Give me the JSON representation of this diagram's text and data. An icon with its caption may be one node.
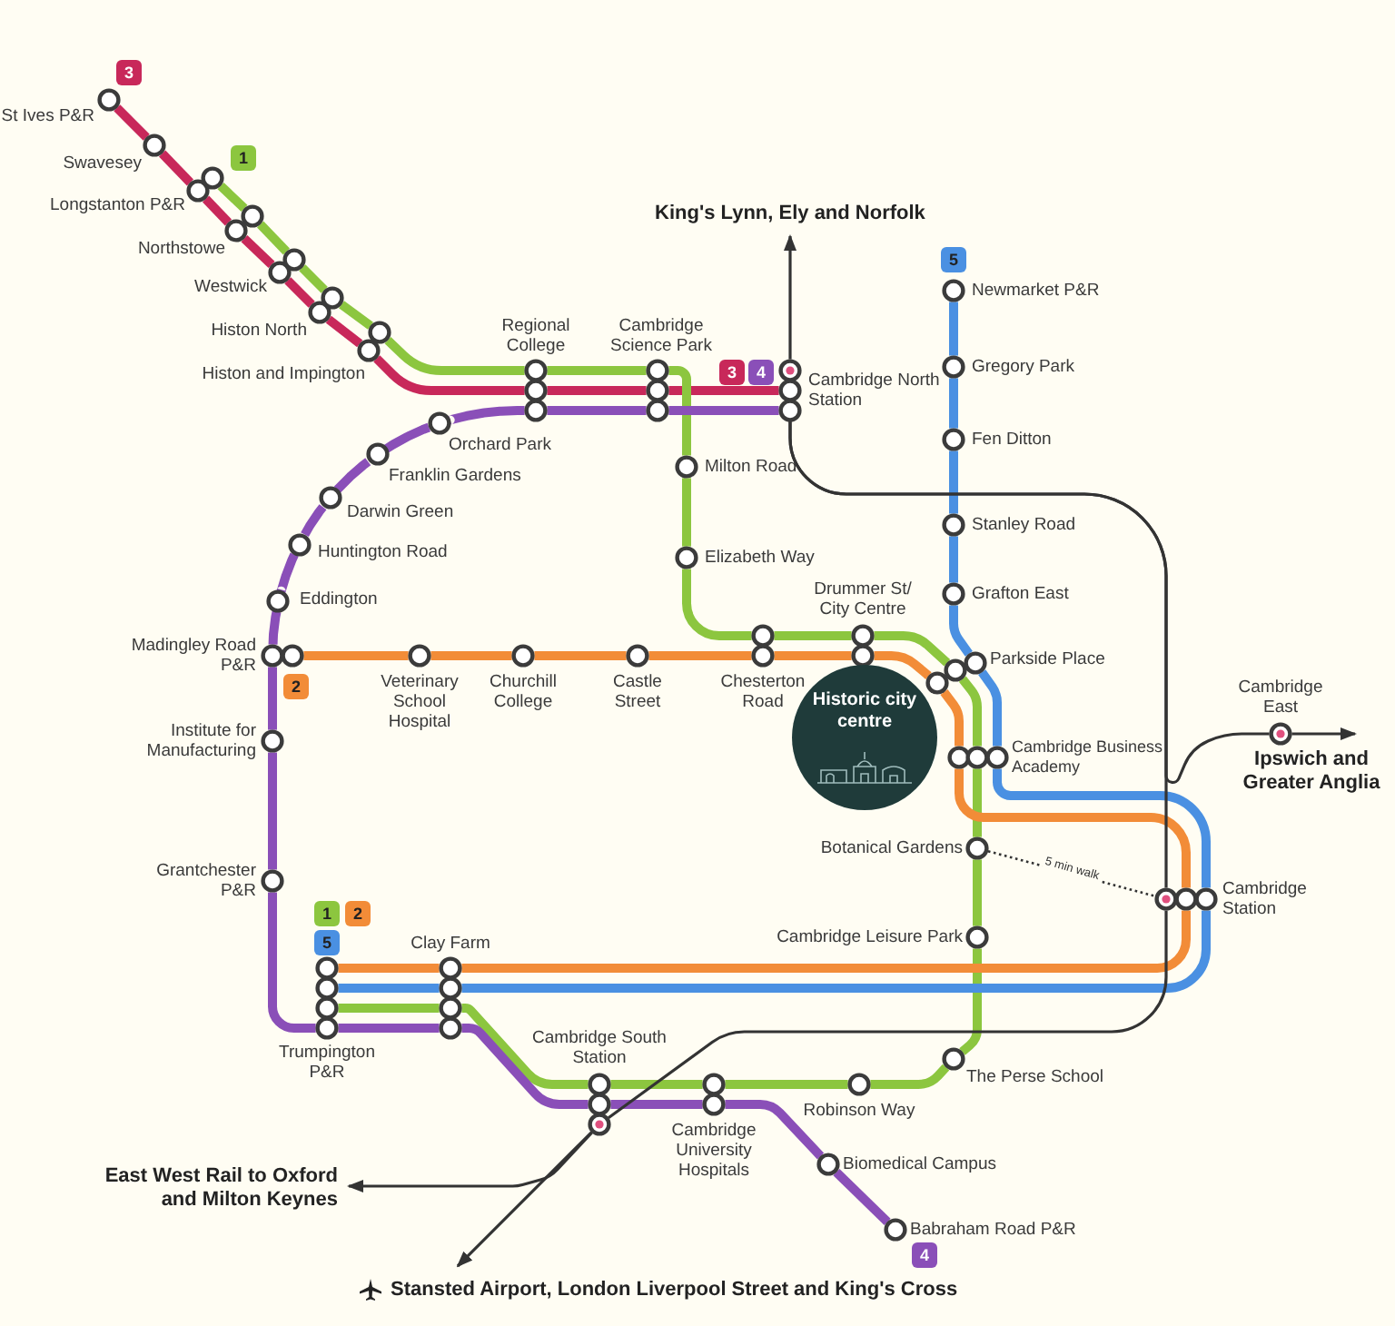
{
  "diagram": {
    "nodes": [
      {
        "text": [
          "St Ives P&R"
        ]
      },
      {
        "text": [
          "Swavesey"
        ]
      },
      {
        "text": [
          "Longstanton P&R"
        ]
      },
      {
        "text": [
          "Northstowe"
        ]
      },
      {
        "text": [
          "Westwick"
        ]
      },
      {
        "text": [
          "Histon North"
        ]
      },
      {
        "text": [
          "Histon and Impington"
        ]
      },
      {
        "text": [
          "Regional College"
        ]
      },
      {
        "text": [
          "Cambridge Science Park"
        ]
      },
      {
        "text": [
          "King's Lynn, Ely and Norfolk"
        ]
      },
      {
        "text": [
          "Cambridge North Station"
        ]
      },
      {
        "text": [
          "Newmarket P&R"
        ]
      },
      {
        "text": [
          "Gregory Park"
        ]
      },
      {
        "text": [
          "Fen Ditton"
        ]
      },
      {
        "text": [
          "Milton Road"
        ]
      },
      {
        "text": [
          "Orchard Park"
        ]
      },
      {
        "text": [
          "Franklin Gardens"
        ]
      },
      {
        "text": [
          "Stanley Road"
        ]
      },
      {
        "text": [
          "Darwin Green"
        ]
      },
      {
        "text": [
          "Huntington Road"
        ]
      },
      {
        "text": [
          "Elizabeth Way"
        ]
      },
      {
        "text": [
          "Eddington"
        ]
      },
      {
        "text": [
          "Grafton East"
        ]
      },
      {
        "text": [
          "Drummer St/ City Centre"
        ]
      },
      {
        "text": [
          "Madingley Road P&R"
        ]
      },
      {
        "text": [
          "Veterinary School Hospital"
        ]
      },
      {
        "text": [
          "Churchill College"
        ]
      },
      {
        "text": [
          "Castle Street"
        ]
      },
      {
        "text": [
          "Chesterton Road"
        ]
      },
      {
        "text": [
          "Parkside Place"
        ]
      },
      {
        "text": [
          "Cambridge East"
        ]
      },
      {
        "text": [
          "Historic city centre"
        ]
      },
      {
        "text": [
          "Institute for Manufacturing"
        ]
      },
      {
        "text": [
          "Cambridge Business Academy"
        ]
      },
      {
        "text": [
          "Ipswich and Greater Anglia"
        ]
      },
      {
        "text": [
          "Botanical Gardens"
        ]
      },
      {
        "text": [
          "Grantchester P&R"
        ]
      },
      {
        "text": [
          "Cambridge Station"
        ]
      },
      {
        "text": [
          "Clay Farm"
        ]
      },
      {
        "text": [
          "Cambridge Leisure Park"
        ]
      },
      {
        "text": [
          "Trumpington P&R"
        ]
      },
      {
        "text": [
          "The Perse School"
        ]
      },
      {
        "text": [
          "Cambridge South Station"
        ]
      },
      {
        "text": [
          "Robinson Way"
        ]
      },
      {
        "text": [
          "Cambridge University Hospitals"
        ]
      },
      {
        "text": [
          "Biomedical Campus"
        ]
      },
      {
        "text": [
          "East West Rail to Oxford and Milton Keynes"
        ]
      },
      {
        "text": [
          "Babraham Road P&R"
        ]
      },
      {
        "text": [
          "Stansted Airport, London Liverpool Street and King's Cross"
        ]
      }
    ],
    "edges": [
      {
        "from": 0,
        "to": 1,
        "arrow": "none",
        "color": "#c8285a"
      },
      {
        "from": 1,
        "to": 2,
        "arrow": "none",
        "color": "#c8285a"
      },
      {
        "from": 2,
        "to": 3,
        "arrow": "none",
        "color": "#c8285a"
      },
      {
        "from": 3,
        "to": 4,
        "arrow": "none",
        "color": "#c8285a"
      },
      {
        "from": 4,
        "to": 5,
        "arrow": "none",
        "color": "#c8285a"
      },
      {
        "from": 5,
        "to": 6,
        "arrow": "none",
        "color": "#c8285a"
      },
      {
        "from": 6,
        "to": 7,
        "arrow": "none",
        "color": "#c8285a"
      },
      {
        "from": 7,
        "to": 8,
        "arrow": "none",
        "color": "#c8285a"
      },
      {
        "from": 8,
        "to": 10,
        "arrow": "none",
        "color": "#c8285a"
      },
      {
        "from": 2,
        "to": 3,
        "arrow": "none",
        "color": "#8cc63f"
      },
      {
        "from": 3,
        "to": 4,
        "arrow": "none",
        "color": "#8cc63f"
      },
      {
        "from": 4,
        "to": 5,
        "arrow": "none",
        "color": "#8cc63f"
      },
      {
        "from": 5,
        "to": 6,
        "arrow": "none",
        "color": "#8cc63f"
      },
      {
        "from": 6,
        "to": 7,
        "arrow": "none",
        "color": "#8cc63f"
      },
      {
        "from": 7,
        "to": 8,
        "arrow": "none",
        "color": "#8cc63f"
      },
      {
        "from": 8,
        "to": 14,
        "arrow": "none",
        "color": "#8cc63f"
      },
      {
        "from": 14,
        "to": 20,
        "arrow": "none",
        "color": "#8cc63f"
      },
      {
        "from": 20,
        "to": 28,
        "arrow": "none",
        "color": "#8cc63f"
      },
      {
        "from": 28,
        "to": 23,
        "arrow": "none",
        "color": "#8cc63f"
      },
      {
        "from": 23,
        "to": 29,
        "arrow": "none",
        "color": "#8cc63f"
      },
      {
        "from": 29,
        "to": 33,
        "arrow": "none",
        "color": "#8cc63f"
      },
      {
        "from": 33,
        "to": 35,
        "arrow": "none",
        "color": "#8cc63f"
      },
      {
        "from": 35,
        "to": 39,
        "arrow": "none",
        "color": "#8cc63f"
      },
      {
        "from": 39,
        "to": 41,
        "arrow": "none",
        "color": "#8cc63f"
      },
      {
        "from": 41,
        "to": 43,
        "arrow": "none",
        "color": "#8cc63f"
      },
      {
        "from": 43,
        "to": 44,
        "arrow": "none",
        "color": "#8cc63f"
      },
      {
        "from": 44,
        "to": 42,
        "arrow": "none",
        "color": "#8cc63f"
      },
      {
        "from": 42,
        "to": 38,
        "arrow": "none",
        "color": "#8cc63f"
      },
      {
        "from": 38,
        "to": 40,
        "arrow": "none",
        "color": "#8cc63f"
      },
      {
        "from": 10,
        "to": 8,
        "arrow": "none",
        "color": "#8a4fb8"
      },
      {
        "from": 8,
        "to": 7,
        "arrow": "none",
        "color": "#8a4fb8"
      },
      {
        "from": 7,
        "to": 15,
        "arrow": "none",
        "color": "#8a4fb8"
      },
      {
        "from": 15,
        "to": 16,
        "arrow": "none",
        "color": "#8a4fb8"
      },
      {
        "from": 16,
        "to": 18,
        "arrow": "none",
        "color": "#8a4fb8"
      },
      {
        "from": 18,
        "to": 19,
        "arrow": "none",
        "color": "#8a4fb8"
      },
      {
        "from": 19,
        "to": 21,
        "arrow": "none",
        "color": "#8a4fb8"
      },
      {
        "from": 21,
        "to": 24,
        "arrow": "none",
        "color": "#8a4fb8"
      },
      {
        "from": 24,
        "to": 32,
        "arrow": "none",
        "color": "#8a4fb8"
      },
      {
        "from": 32,
        "to": 36,
        "arrow": "none",
        "color": "#8a4fb8"
      },
      {
        "from": 36,
        "to": 40,
        "arrow": "none",
        "color": "#8a4fb8"
      },
      {
        "from": 40,
        "to": 38,
        "arrow": "none",
        "color": "#8a4fb8"
      },
      {
        "from": 38,
        "to": 42,
        "arrow": "none",
        "color": "#8a4fb8"
      },
      {
        "from": 42,
        "to": 44,
        "arrow": "none",
        "color": "#8a4fb8"
      },
      {
        "from": 44,
        "to": 45,
        "arrow": "none",
        "color": "#8a4fb8"
      },
      {
        "from": 45,
        "to": 47,
        "arrow": "none",
        "color": "#8a4fb8"
      },
      {
        "from": 24,
        "to": 25,
        "arrow": "none",
        "color": "#f28c38"
      },
      {
        "from": 25,
        "to": 26,
        "arrow": "none",
        "color": "#f28c38"
      },
      {
        "from": 26,
        "to": 27,
        "arrow": "none",
        "color": "#f28c38"
      },
      {
        "from": 27,
        "to": 28,
        "arrow": "none",
        "color": "#f28c38"
      },
      {
        "from": 28,
        "to": 23,
        "arrow": "none",
        "color": "#f28c38"
      },
      {
        "from": 23,
        "to": 29,
        "arrow": "none",
        "color": "#f28c38"
      },
      {
        "from": 29,
        "to": 33,
        "arrow": "none",
        "color": "#f28c38"
      },
      {
        "from": 33,
        "to": 37,
        "arrow": "none",
        "color": "#f28c38"
      },
      {
        "from": 37,
        "to": 38,
        "arrow": "none",
        "color": "#f28c38"
      },
      {
        "from": 38,
        "to": 40,
        "arrow": "none",
        "color": "#f28c38"
      },
      {
        "from": 11,
        "to": 12,
        "arrow": "none",
        "color": "#4a90e2"
      },
      {
        "from": 12,
        "to": 13,
        "arrow": "none",
        "color": "#4a90e2"
      },
      {
        "from": 13,
        "to": 17,
        "arrow": "none",
        "color": "#4a90e2"
      },
      {
        "from": 17,
        "to": 22,
        "arrow": "none",
        "color": "#4a90e2"
      },
      {
        "from": 22,
        "to": 29,
        "arrow": "none",
        "color": "#4a90e2"
      },
      {
        "from": 29,
        "to": 33,
        "arrow": "none",
        "color": "#4a90e2"
      },
      {
        "from": 33,
        "to": 37,
        "arrow": "none",
        "color": "#4a90e2"
      },
      {
        "from": 37,
        "to": 38,
        "arrow": "none",
        "color": "#4a90e2"
      },
      {
        "from": 38,
        "to": 40,
        "arrow": "none",
        "color": "#4a90e2"
      },
      {
        "from": 10,
        "to": 9,
        "arrow": "to",
        "color": "#333333"
      },
      {
        "from": 10,
        "to": 37,
        "arrow": "none",
        "color": "#333333"
      },
      {
        "from": 10,
        "to": 30,
        "arrow": "none",
        "color": "#333333"
      },
      {
        "from": 30,
        "to": 34,
        "arrow": "to",
        "color": "#333333"
      },
      {
        "from": 37,
        "to": 42,
        "arrow": "none",
        "color": "#333333"
      },
      {
        "from": 42,
        "to": 48,
        "arrow": "to",
        "color": "#333333"
      },
      {
        "from": 42,
        "to": 46,
        "arrow": "to",
        "color": "#333333"
      },
      {
        "from": 35,
        "to": 37,
        "arrow": "none",
        "color": "#333333",
        "style": "dashed",
        "label": "5 min walk"
      }
    ],
    "labels": [
      "3",
      "1",
      "5",
      "3",
      "4",
      "2",
      "1",
      "2",
      "5",
      "4"
    ]
  }
}
